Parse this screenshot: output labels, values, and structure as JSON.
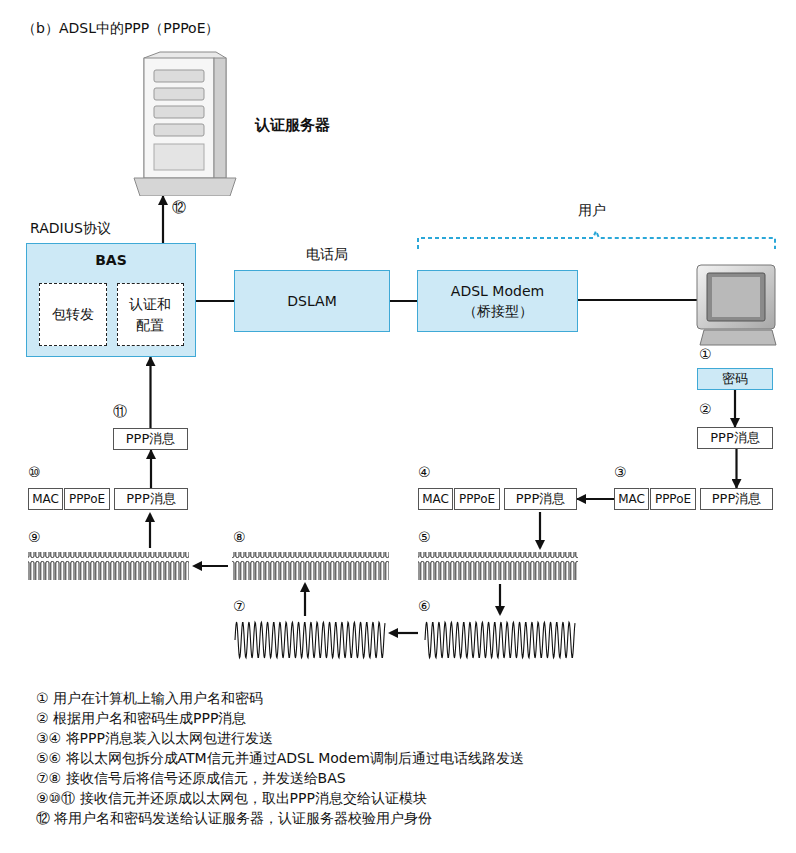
{
  "diagram": {
    "title": "（b）ADSL中的PPP（PPPoE）",
    "nodes": [
      {
        "text": [
          "认证服务器"
        ]
      },
      {
        "text": [
          "BAS"
        ]
      },
      {
        "text": [
          "包转发"
        ],
        "in": 1
      },
      {
        "text": [
          "认证和配置"
        ],
        "in": 1
      },
      {
        "text": [
          "DSLAM"
        ]
      },
      {
        "text": [
          "ADSL Modem （桥接型）"
        ]
      },
      {
        "text": [
          "密码"
        ]
      },
      {
        "text": [
          "PPP消息"
        ]
      },
      {
        "text": [
          "MAC"
        ]
      },
      {
        "text": [
          "PPPoE"
        ]
      },
      {
        "text": [
          "PPP消息"
        ]
      },
      {
        "text": [
          "MAC"
        ]
      },
      {
        "text": [
          "PPPoE"
        ]
      },
      {
        "text": [
          "PPP消息"
        ]
      },
      {
        "text": [
          "MAC"
        ]
      },
      {
        "text": [
          "PPPoE"
        ]
      },
      {
        "text": [
          "PPP消息"
        ]
      },
      {
        "text": [
          "PPP消息"
        ]
      }
    ],
    "edges": [
      {
        "from": 1,
        "to": 0,
        "arrow": "to"
      },
      {
        "from": 1,
        "to": 4,
        "arrow": "none"
      },
      {
        "from": 4,
        "to": 5,
        "arrow": "none"
      },
      {
        "from": 6,
        "to": 7,
        "arrow": "to"
      },
      {
        "from": 7,
        "to": 10,
        "arrow": "to"
      },
      {
        "from": 8,
        "to": 13,
        "arrow": "to"
      },
      {
        "from": 16,
        "to": 17,
        "arrow": "to"
      },
      {
        "from": 17,
        "to": 1,
        "arrow": "to"
      }
    ],
    "labels": [
      "RADIUS协议",
      "电话局",
      "用户",
      "①",
      "②",
      "③",
      "④",
      "⑤",
      "⑥",
      "⑦",
      "⑧",
      "⑨",
      "⑩",
      "⑪",
      "⑫",
      "① 用户在计算机上输入用户名和密码",
      "② 根据用户名和密码生成PPP消息",
      "③④ 将PPP消息装入以太网包进行发送",
      "⑤⑥ 将以太网包拆分成ATM信元并通过ADSL Modem调制后通过电话线路发送",
      "⑦⑧ 接收信号后将信号还原成信元，并发送给BAS",
      "⑨⑩⑪ 接收信元并还原成以太网包，取出PPP消息交给认证模块",
      "⑫ 将用户名和密码发送给认证服务器，认证服务器校验用户身份"
    ]
  }
}
